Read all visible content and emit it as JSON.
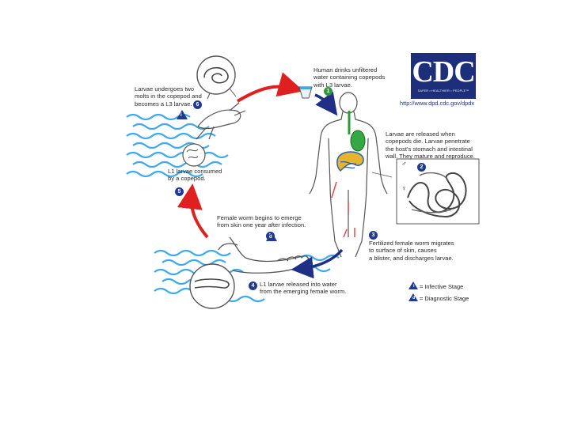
{
  "logo": {
    "letters": "CDC",
    "tagline": "SAFER • HEALTHIER • PEOPLE™",
    "url": "http://www.dpd.cdc.gov/dpdx"
  },
  "steps": {
    "s1": {
      "number": "1",
      "text": "Human drinks unfiltered\nwater containing copepods\nwith L3 larvae."
    },
    "s2": {
      "number": "2",
      "text": "Larvae are released when\ncopepods die.  Larvae penetrate\nthe host's stomach and intestinal\nwall.  They mature and reproduce."
    },
    "s3": {
      "number": "3",
      "text": "Fertilized female worm migrates\nto surface of skin, causes\na blister, and discharges larvae."
    },
    "s3b": {
      "number": "3",
      "text": "Female worm begins to emerge\nfrom skin one year after infection."
    },
    "s4": {
      "number": "4",
      "text": "L1 larvae released into water\nfrom the emerging female worm."
    },
    "s5": {
      "number": "5",
      "text": "L1 larvae consumed\nby a copepod."
    },
    "s6": {
      "number": "6",
      "text": "Larvae undergoes two\nmolts in the copepod and\nbecomes a L3 larvae."
    }
  },
  "infective_marker": "i",
  "diagnostic_marker": "d",
  "sex_symbols": {
    "male": "♂",
    "female": "♀"
  },
  "legend": {
    "infective": "= Infective Stage",
    "diagnostic": "= Diagnostic Stage",
    "infective_symbol": "i",
    "diagnostic_symbol": "d"
  },
  "colors": {
    "arrow_red": "#e02020",
    "arrow_blue": "#1f2f86",
    "badge_green": "#2e9a3c",
    "badge_blue": "#203a8f",
    "water": "#3aa9ee",
    "cdc_blue": "#1d2f7a"
  }
}
